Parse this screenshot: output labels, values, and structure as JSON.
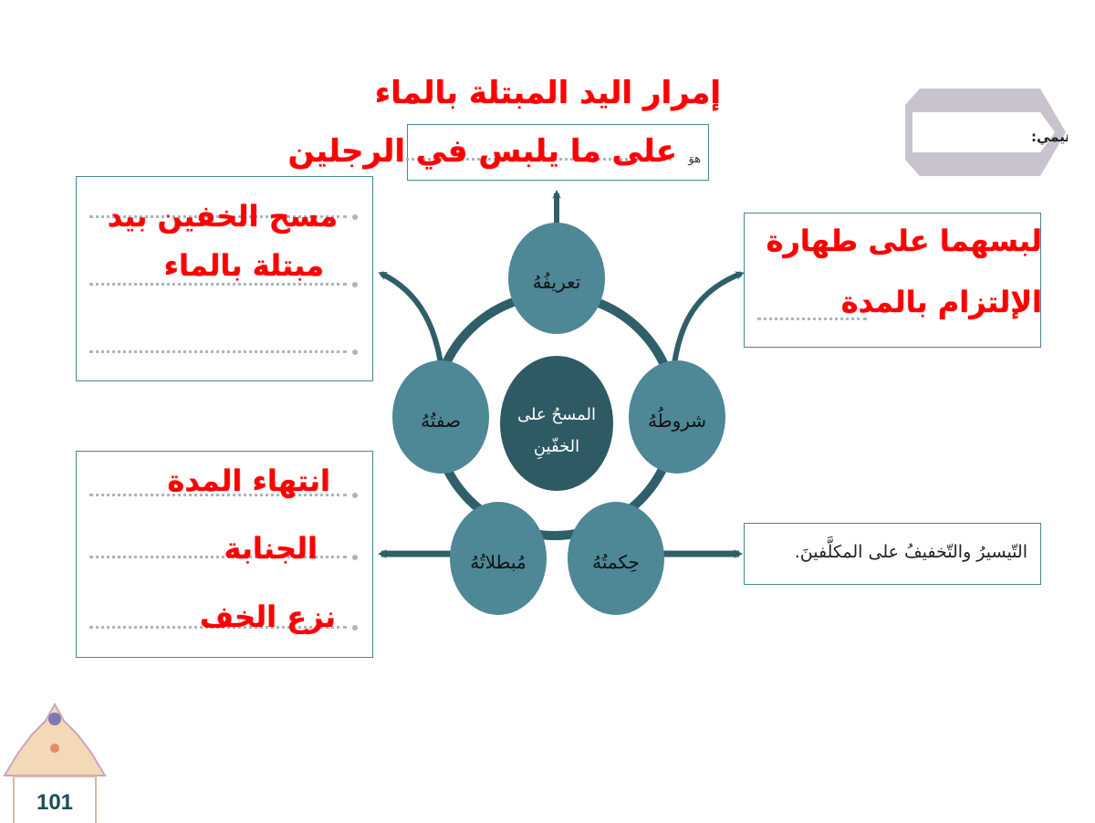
{
  "header": {
    "title": "أنظّمُ مفاهيمي:"
  },
  "center": {
    "label_line1": "المسحُ على",
    "label_line2": "الخفّينِ"
  },
  "nodes": {
    "definition": "تعريفُهُ",
    "conditions": "شروطُهُ",
    "description": "صفتُهُ",
    "invalidators": "مُبطلاتُهُ",
    "wisdom": "حِكمتُهُ"
  },
  "definition_box": {
    "prefix": "هوَ",
    "answer_line1": "إمرار اليد المبتلة بالماء",
    "answer_line2": "على ما يلبس في الرجلين"
  },
  "description_box": {
    "answer_line1": "مسح الخفين بيد",
    "answer_line2": "مبتلة بالماء"
  },
  "conditions_box": {
    "answer_line1": "لبسهما على طهارة",
    "answer_line2": "الإلتزام بالمدة"
  },
  "invalidators_box": {
    "answers": [
      "انتهاء المدة",
      "الجنابة",
      "نزع الخف"
    ]
  },
  "wisdom_box": {
    "text": "التّيسيرُ والتّخفيفُ على المكلَّفينَ."
  },
  "page": {
    "number": "101"
  },
  "colors": {
    "node": "#4e8795",
    "center": "#2e5a63",
    "connector": "#2f5f68",
    "answer": "#ff0000",
    "border": "#4a8590"
  }
}
